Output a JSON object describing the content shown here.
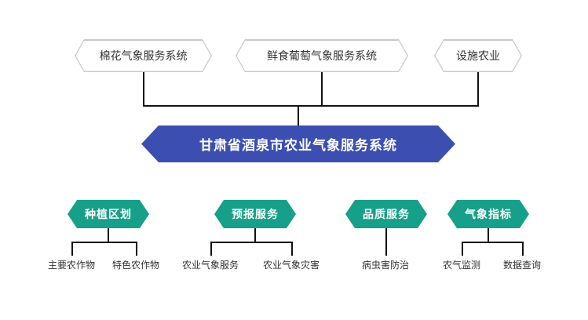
{
  "diagram": {
    "top_nodes": [
      {
        "label": "棉花气象服务系统"
      },
      {
        "label": "鲜食葡萄气象服务系统"
      },
      {
        "label": "设施农业"
      }
    ],
    "root": {
      "label": "甘肃省酒泉市农业气象服务系统"
    },
    "branches": [
      {
        "label": "种植区划",
        "children": [
          "主要农作物",
          "特色农作物"
        ]
      },
      {
        "label": "预报服务",
        "children": [
          "农业气象服务",
          "农业气象灾害"
        ]
      },
      {
        "label": "品质服务",
        "children": [
          "病虫害防治"
        ]
      },
      {
        "label": "气象指标",
        "children": [
          "农气监测",
          "数据查询"
        ]
      }
    ]
  },
  "colors": {
    "root_blue": "#3c4fb1",
    "branch_green": "#16a089",
    "line": "#111111",
    "node_border": "#c9c9c9",
    "node_text": "#333333",
    "leaf_text": "#333333"
  }
}
